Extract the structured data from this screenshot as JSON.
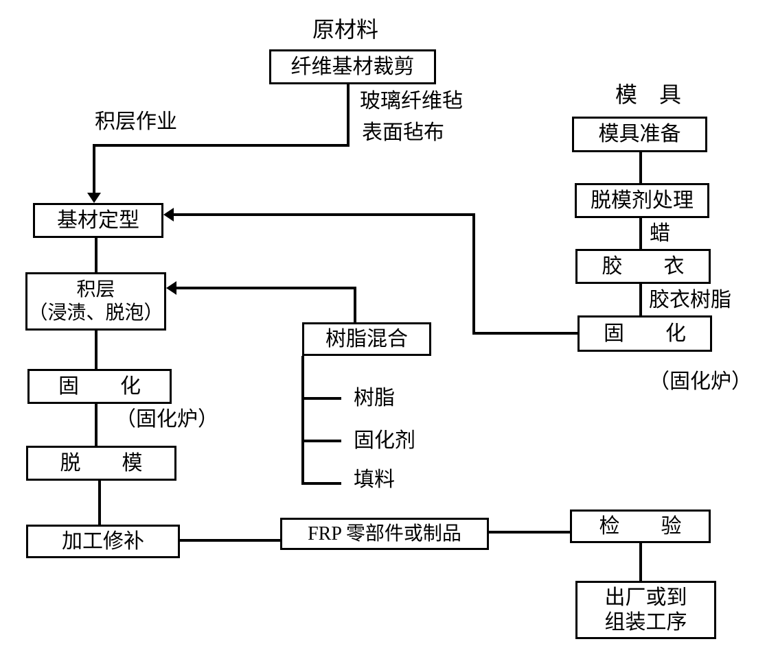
{
  "diagram_title": "FRP hand lay-up process flowchart",
  "left_column": {
    "raw_material_label": "原材料",
    "fiber_cutting": "纤维基材裁剪",
    "glass_fiber_mat_label": "玻璃纤维毡",
    "surface_mat_label": "表面毡布",
    "lamination_work_label": "积层作业",
    "substrate_forming": "基材定型",
    "lamination_line1": "积层",
    "lamination_line2": "（浸渍、脱泡）",
    "curing": "固　　化",
    "curing_oven_label": "（固化炉）",
    "demolding": "脱　　模",
    "finishing": "加工修补"
  },
  "center": {
    "resin_mixing": "树脂混合",
    "ingredients": [
      "树脂",
      "固化剂",
      "填料"
    ]
  },
  "right_column": {
    "mold_label": "模　具",
    "mold_preparation": "模具准备",
    "release_agent": "脱模剂处理",
    "wax_label": "蜡",
    "gelcoat": "胶　　衣",
    "gelcoat_resin_label": "胶衣树脂",
    "curing": "固　　化",
    "curing_oven_label": "（固化炉）"
  },
  "bottom": {
    "frp_parts": "FRP 零部件或制品",
    "inspection": "检　　验",
    "shipping_line1": "出厂或到",
    "shipping_line2": "组装工序"
  }
}
